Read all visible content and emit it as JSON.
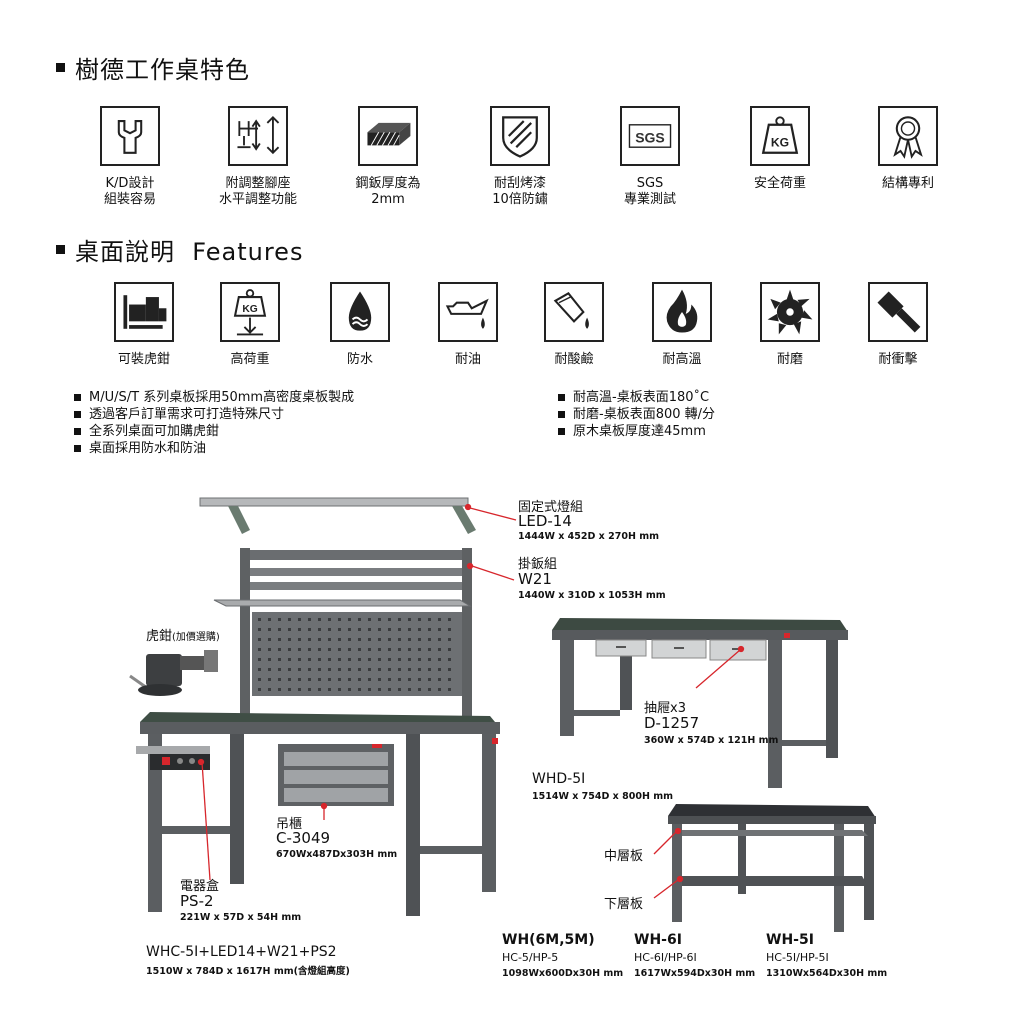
{
  "section1": {
    "title": "樹德工作桌特色"
  },
  "features": [
    {
      "icon": "wrench-icon",
      "line1": "K/D設計",
      "line2": "組裝容易"
    },
    {
      "icon": "leveling-foot-icon",
      "line1": "附調整腳座",
      "line2": "水平調整功能"
    },
    {
      "icon": "steel-plate-icon",
      "line1": "鋼鈑厚度為",
      "line2": "2mm"
    },
    {
      "icon": "scratch-shield-icon",
      "line1": "耐刮烤漆",
      "line2": "10倍防鏽"
    },
    {
      "icon": "sgs-icon",
      "icon_text": "SGS",
      "line1": "SGS",
      "line2": "專業測試"
    },
    {
      "icon": "weight-kg-icon",
      "icon_text": "KG",
      "line1": "安全荷重",
      "line2": ""
    },
    {
      "icon": "award-ribbon-icon",
      "line1": "結構專利",
      "line2": ""
    }
  ],
  "section2": {
    "title": "桌面說明  Features"
  },
  "desk_features": [
    {
      "icon": "vise-icon",
      "label": "可裝虎鉗"
    },
    {
      "icon": "heavy-load-kg-icon",
      "icon_text": "KG",
      "label": "高荷重"
    },
    {
      "icon": "water-drop-icon",
      "label": "防水"
    },
    {
      "icon": "oil-can-icon",
      "label": "耐油"
    },
    {
      "icon": "acid-beaker-icon",
      "label": "耐酸鹼"
    },
    {
      "icon": "flame-icon",
      "label": "耐高溫"
    },
    {
      "icon": "saw-blade-icon",
      "label": "耐磨"
    },
    {
      "icon": "hammer-icon",
      "label": "耐衝擊"
    }
  ],
  "bullets_left": [
    "M/U/S/T 系列桌板採用50mm高密度桌板製成",
    "透過客戶訂單需求可打造特殊尺寸",
    "全系列桌面可加購虎鉗",
    "桌面採用防水和防油"
  ],
  "bullets_right": [
    "耐高溫-桌板表面180˚C",
    "耐磨-桌板表面800 轉/分",
    "原木桌板厚度達45mm"
  ],
  "callouts": {
    "led": {
      "name": "固定式燈組",
      "code": "LED-14",
      "dim": "1444W x 452D x 270H mm"
    },
    "w21": {
      "name": "掛鈑組",
      "code": "W21",
      "dim": "1440W x 310D x 1053H mm"
    },
    "vise": {
      "name": "虎鉗",
      "note": "(加價選購)"
    },
    "drawer": {
      "name": "抽屜x3",
      "code": "D-1257",
      "dim": "360W x 574D x 121H mm"
    },
    "cabinet": {
      "name": "吊櫃",
      "code": "C-3049",
      "dim": "670Wx487Dx303H mm"
    },
    "power": {
      "name": "電器盒",
      "code": "PS-2",
      "dim": "221W x 57D x 54H mm"
    },
    "middle_shelf": {
      "name": "中層板"
    },
    "lower_shelf": {
      "name": "下層板"
    }
  },
  "models": {
    "main": {
      "name": "WHC-5I+LED14+W21+PS2",
      "dim": "1510W x 784D x 1617H mm(含燈組高度)"
    },
    "whd": {
      "name": "WHD-5I",
      "dim": "1514W x 754D x 800H mm"
    },
    "wh6m": {
      "name": "WH(6M,5M)",
      "code": "HC-5/HP-5",
      "dim": "1098Wx600Dx30H mm"
    },
    "wh6i": {
      "name": "WH-6I",
      "code": "HC-6I/HP-6I",
      "dim": "1617Wx594Dx30H mm"
    },
    "wh5i": {
      "name": "WH-5I",
      "code": "HC-5I/HP-5I",
      "dim": "1310Wx564Dx30H mm"
    }
  },
  "colors": {
    "frame": "#5b5d5f",
    "frame_dark": "#44474a",
    "top": "#3c4a42",
    "accent_red": "#d7262c",
    "drawer": "#c9cbcc"
  }
}
